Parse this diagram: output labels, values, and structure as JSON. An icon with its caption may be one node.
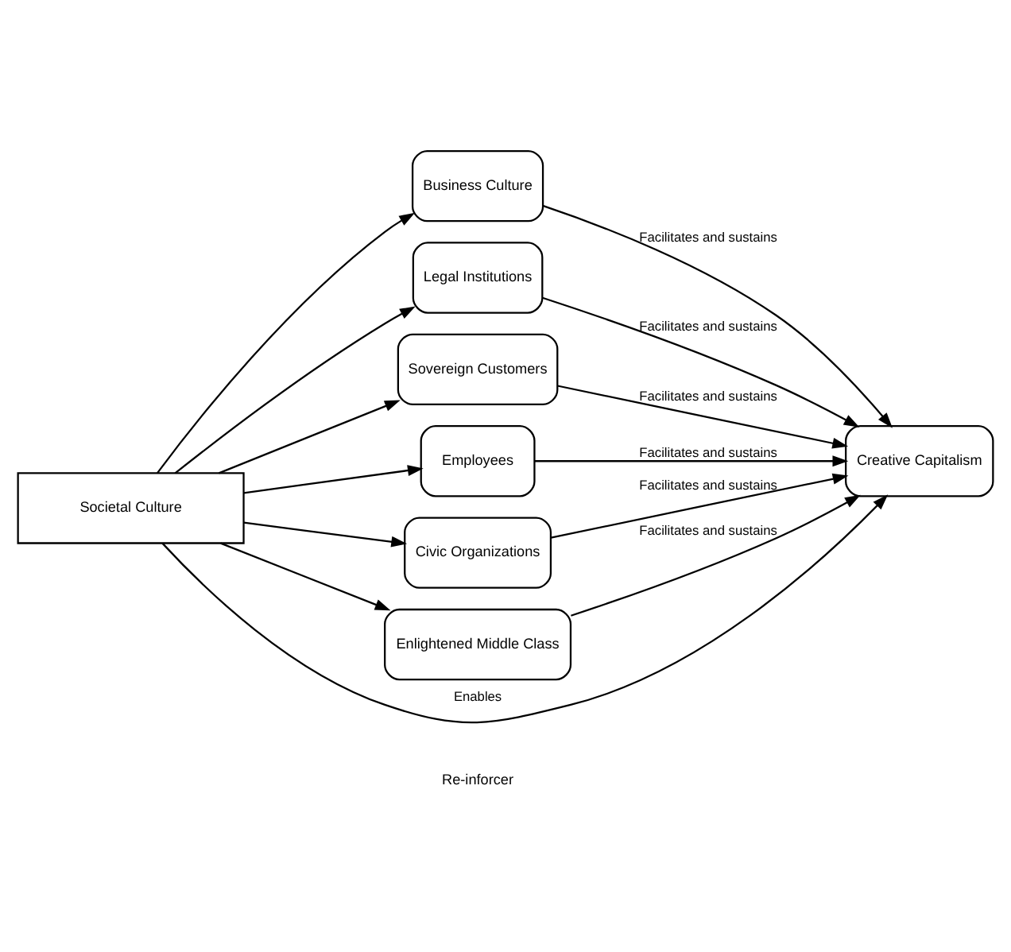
{
  "diagram": {
    "nodes": [
      {
        "text": [
          "Societal Culture"
        ]
      },
      {
        "text": [
          "Business Culture"
        ]
      },
      {
        "text": [
          "Legal Institutions"
        ]
      },
      {
        "text": [
          "Sovereign Customers"
        ]
      },
      {
        "text": [
          "Employees"
        ]
      },
      {
        "text": [
          "Civic Organizations"
        ]
      },
      {
        "text": [
          "Enlightened Middle Class"
        ]
      },
      {
        "text": [
          "Creative Capitalism"
        ]
      }
    ],
    "edges": [
      {
        "from": 0,
        "to": 7,
        "arrow": "to",
        "label": "Enables"
      },
      {
        "from": 1,
        "to": 7,
        "arrow": "to",
        "label": "Facilitates and sustains"
      },
      {
        "from": 2,
        "to": 7,
        "arrow": "to",
        "label": "Facilitates and sustains"
      },
      {
        "from": 3,
        "to": 7,
        "arrow": "to",
        "label": "Facilitates and sustains"
      },
      {
        "from": 4,
        "to": 7,
        "arrow": "to",
        "label": "Facilitates and sustains"
      },
      {
        "from": 5,
        "to": 7,
        "arrow": "to",
        "label": "Facilitates and sustains"
      },
      {
        "from": 6,
        "to": 7,
        "arrow": "to",
        "label": "Facilitates and sustains"
      },
      {
        "from": 0,
        "to": 1,
        "arrow": "to"
      },
      {
        "from": 0,
        "to": 2,
        "arrow": "to"
      },
      {
        "from": 0,
        "to": 3,
        "arrow": "to"
      },
      {
        "from": 0,
        "to": 4,
        "arrow": "to"
      },
      {
        "from": 0,
        "to": 5,
        "arrow": "to"
      },
      {
        "from": 0,
        "to": 6,
        "arrow": "to"
      }
    ],
    "labels": [
      "Re-inforcer"
    ]
  }
}
